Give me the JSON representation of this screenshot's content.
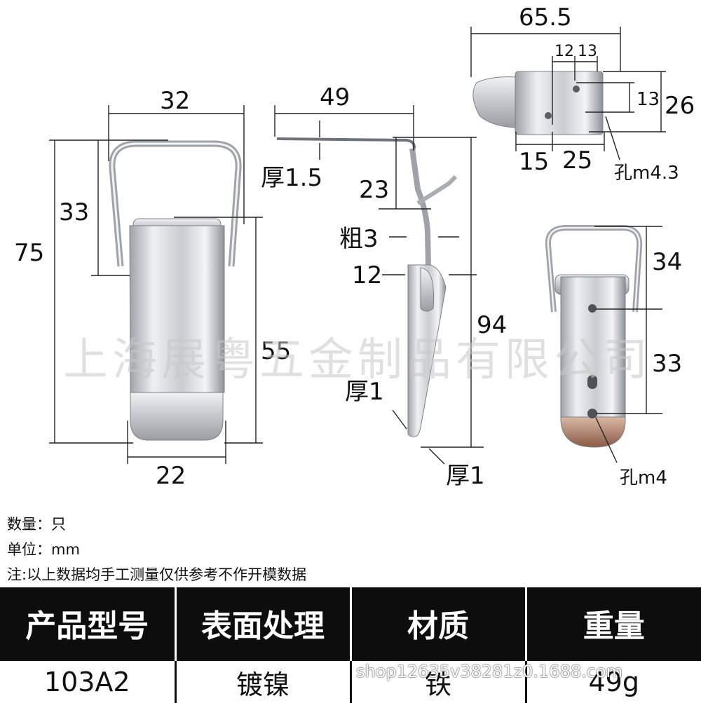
{
  "dimensions": {
    "front_width": "32",
    "front_loop_height": "33",
    "front_total_height": "75",
    "front_body_height": "55",
    "front_bottom_width": "22",
    "side_top_width": "49",
    "side_thickness_top": "厚1.5",
    "side_offset": "23",
    "side_wire": "粗3",
    "side_12": "12",
    "side_total_height": "94",
    "side_thickness_mid": "厚1",
    "side_thickness_bottom": "厚1",
    "plate_width": "65.5",
    "plate_12": "12",
    "plate_13": "13",
    "plate_hole_gap": "13",
    "plate_height": "26",
    "plate_15": "15",
    "plate_25": "25",
    "plate_hole": "孔m4.3",
    "back_34": "34",
    "back_33": "33",
    "back_hole": "孔m4"
  },
  "watermark": "上海展粤五金制品有限公司",
  "notes": {
    "quantity": "数量：只",
    "unit": "单位：mm",
    "disclaimer": "注:以上数据均手工测量仅供参考不作开模数据"
  },
  "table": {
    "headers": [
      "产品型号",
      "表面处理",
      "材质",
      "重量"
    ],
    "values": [
      "103A2",
      "镀镍",
      "铁",
      "49g"
    ]
  },
  "shop_overlay": "shop12635v38281z0.1688.com",
  "colors": {
    "table_header_bg": "#0d0d0d",
    "metal_light": "#e4e6e9",
    "metal_dark": "#8a8e94"
  }
}
